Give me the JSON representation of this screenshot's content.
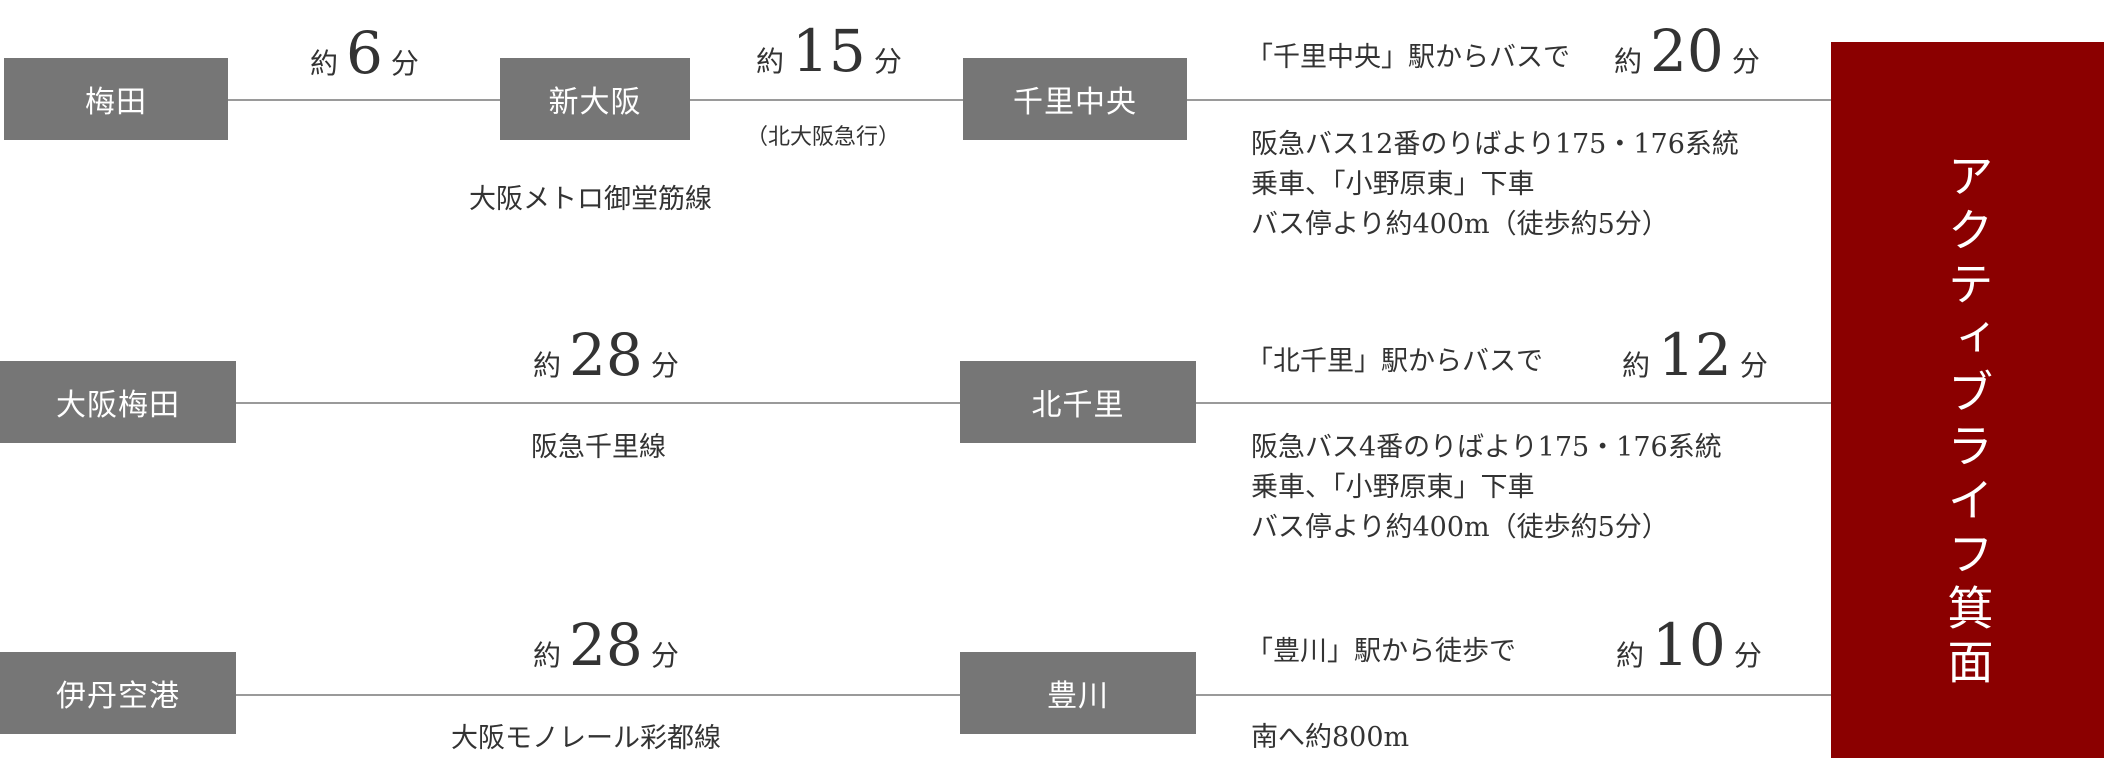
{
  "destination": "アクティブライフ箕面",
  "routes": [
    {
      "stations": [
        "梅田",
        "新大阪",
        "千里中央"
      ],
      "seg1": {
        "pre": "約",
        "num": "6",
        "post": "分"
      },
      "seg2": {
        "pre": "約",
        "num": "15",
        "post": "分",
        "note": "（北大阪急行）"
      },
      "line_label": "大阪メトロ御堂筋線",
      "bus_header": "「千里中央」駅からバスで",
      "bus_time": {
        "pre": "約",
        "num": "20",
        "post": "分"
      },
      "bus_desc": "阪急バス12番のりばより175・176系統\n乗車、「小野原東」下車\nバス停より約400m（徒歩約5分）"
    },
    {
      "stations": [
        "大阪梅田",
        "北千里"
      ],
      "seg1": {
        "pre": "約",
        "num": "28",
        "post": "分"
      },
      "line_label": "阪急千里線",
      "bus_header": "「北千里」駅からバスで",
      "bus_time": {
        "pre": "約",
        "num": "12",
        "post": "分"
      },
      "bus_desc": "阪急バス4番のりばより175・176系統\n乗車、「小野原東」下車\nバス停より約400m（徒歩約5分）"
    },
    {
      "stations": [
        "伊丹空港",
        "豊川"
      ],
      "seg1": {
        "pre": "約",
        "num": "28",
        "post": "分"
      },
      "line_label": "大阪モノレール彩都線",
      "bus_header": "「豊川」駅から徒歩で",
      "bus_time": {
        "pre": "約",
        "num": "10",
        "post": "分"
      },
      "bus_desc": "南へ約800m"
    }
  ]
}
